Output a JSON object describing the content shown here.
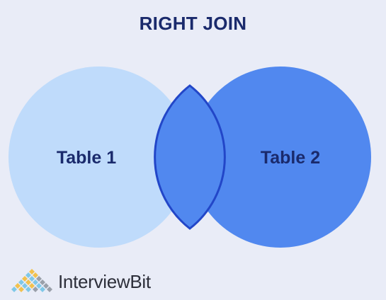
{
  "title": "RIGHT JOIN",
  "venn": {
    "left_label": "Table 1",
    "right_label": "Table 2"
  },
  "brand": {
    "name": "InterviewBit",
    "logo_icon": "diamond-grid-logo-icon"
  },
  "colors": {
    "background": "#e9ecf7",
    "left_circle": "#bfdbfb",
    "right_circle": "#5188ef",
    "intersection_outline": "#2246c8",
    "text": "#1a2a6c"
  }
}
